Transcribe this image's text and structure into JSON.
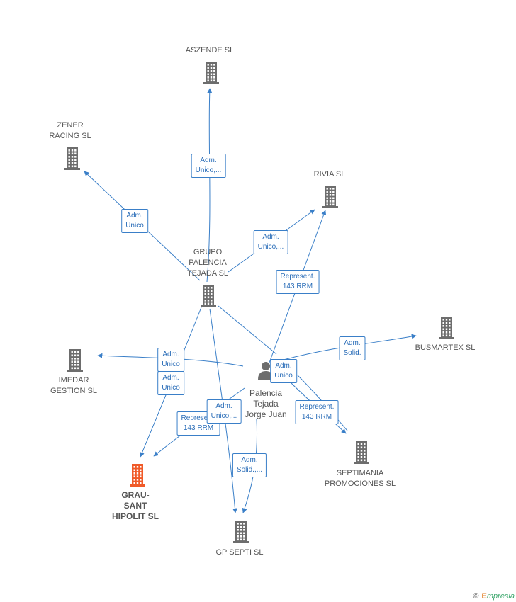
{
  "colors": {
    "edge": "#3a7fc8",
    "company": "#6d6d6d",
    "main_company": "#f05a28",
    "person": "#6d6d6d"
  },
  "nodes": [
    {
      "id": "aszende",
      "label": "ASZENDE SL",
      "type": "company"
    },
    {
      "id": "zener",
      "label": "ZENER\nRACING SL",
      "type": "company"
    },
    {
      "id": "rivia",
      "label": "RIVIA SL",
      "type": "company"
    },
    {
      "id": "grupo",
      "label": "GRUPO\nPALENCIA\nTEJADA SL",
      "type": "company"
    },
    {
      "id": "busmartex",
      "label": "BUSMARTEX SL",
      "type": "company"
    },
    {
      "id": "imedar",
      "label": "IMEDAR\nGESTION SL",
      "type": "company"
    },
    {
      "id": "palencia",
      "label": "Palencia\nTejada\nJorge Juan",
      "type": "person"
    },
    {
      "id": "septimania",
      "label": "SEPTIMANIA\nPROMOCIONES SL",
      "type": "company"
    },
    {
      "id": "grau",
      "label": "GRAU-\nSANT\nHIPOLIT SL",
      "type": "main"
    },
    {
      "id": "gpsepti",
      "label": "GP SEPTI SL",
      "type": "company"
    }
  ],
  "edge_labels": [
    {
      "id": "e1",
      "text": "Adm.\nUnico,..."
    },
    {
      "id": "e2",
      "text": "Adm.\nUnico"
    },
    {
      "id": "e3",
      "text": "Adm.\nUnico,..."
    },
    {
      "id": "e4",
      "text": "Represent.\n143 RRM"
    },
    {
      "id": "e5",
      "text": "Adm.\nSolid."
    },
    {
      "id": "e6",
      "text": "Adm.\nUnico"
    },
    {
      "id": "e7",
      "text": "Adm.\nUnico"
    },
    {
      "id": "e8",
      "text": "Adm.\nUnico"
    },
    {
      "id": "e9",
      "text": "Represent.\n143 RRM"
    },
    {
      "id": "e10",
      "text": "Adm.\nUnico,..."
    },
    {
      "id": "e11",
      "text": "Represent.\n143 RRM"
    },
    {
      "id": "e12",
      "text": "Adm.\nSolid.,..."
    }
  ],
  "copyright": {
    "symbol": "©",
    "brand_initial": "E",
    "brand_rest": "mpresia"
  }
}
